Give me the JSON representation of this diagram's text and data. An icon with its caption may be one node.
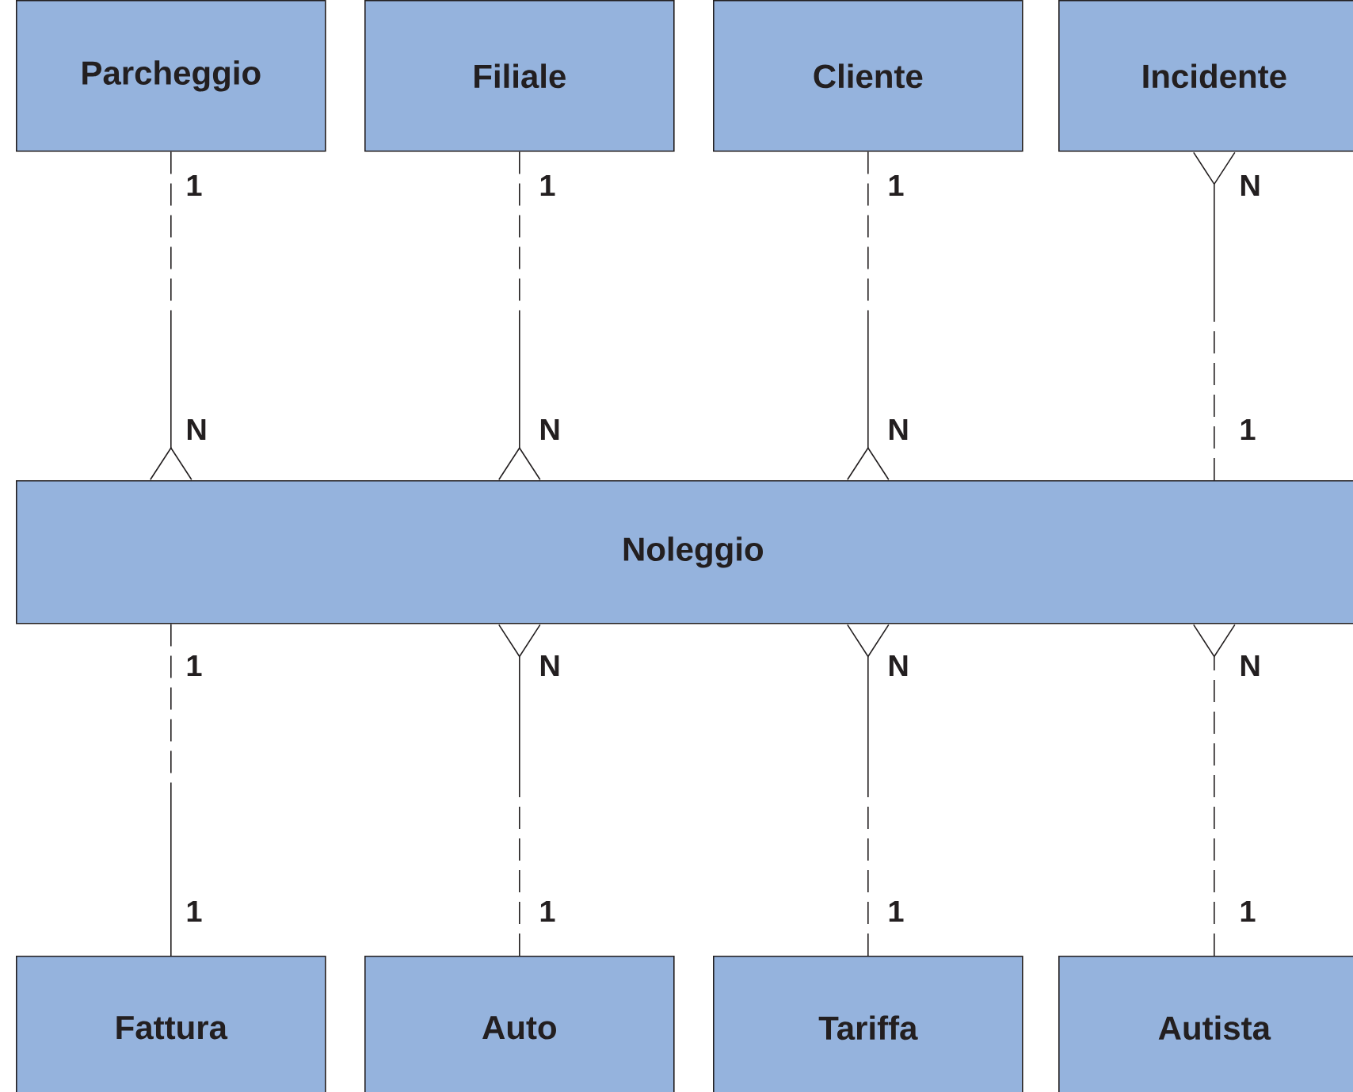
{
  "diagram": {
    "nodes": [
      {
        "text": [
          "Parcheggio"
        ]
      },
      {
        "text": [
          "Filiale"
        ]
      },
      {
        "text": [
          "Cliente"
        ]
      },
      {
        "text": [
          "Incidente"
        ]
      },
      {
        "text": [
          "Noleggio"
        ]
      },
      {
        "text": [
          "Fattura"
        ]
      },
      {
        "text": [
          "Auto"
        ]
      },
      {
        "text": [
          "Tariffa"
        ]
      },
      {
        "text": [
          "Autista"
        ]
      }
    ],
    "edges": [
      {
        "from": 0,
        "to": 4,
        "arrow": "other"
      },
      {
        "from": 1,
        "to": 4,
        "arrow": "other"
      },
      {
        "from": 2,
        "to": 4,
        "arrow": "other"
      },
      {
        "from": 4,
        "to": 3,
        "arrow": "other"
      },
      {
        "from": 4,
        "to": 5,
        "arrow": "none"
      },
      {
        "from": 6,
        "to": 4,
        "arrow": "other"
      },
      {
        "from": 7,
        "to": 4,
        "arrow": "other"
      },
      {
        "from": 8,
        "to": 4,
        "arrow": "other",
        "style": "dashed"
      }
    ],
    "labels": [
      "1",
      "1",
      "1",
      "N",
      "N",
      "N",
      "N",
      "1",
      "1",
      "N",
      "N",
      "N",
      "1",
      "1",
      "1",
      "1"
    ]
  }
}
